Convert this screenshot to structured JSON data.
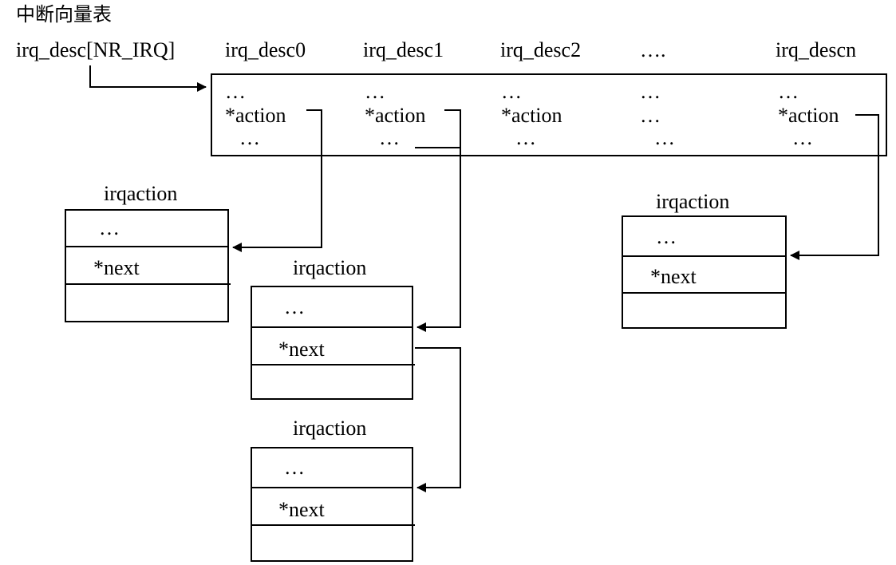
{
  "title": "中断向量表",
  "array_label": "irq_desc[NR_IRQ]",
  "columns": [
    {
      "header": "irq_desc0",
      "row1": "…",
      "row2": "*action",
      "row3": "…"
    },
    {
      "header": "irq_desc1",
      "row1": "…",
      "row2": "*action",
      "row3": "…"
    },
    {
      "header": "irq_desc2",
      "row1": "…",
      "row2": "*action",
      "row3": "…"
    },
    {
      "header": "….",
      "row1": "…",
      "row2": "…",
      "row3": "…"
    },
    {
      "header": "irq_descn",
      "row1": "…",
      "row2": "*action",
      "row3": "…"
    }
  ],
  "irqactions": [
    {
      "label": "irqaction",
      "field1": "…",
      "field2": "*next"
    },
    {
      "label": "irqaction",
      "field1": "…",
      "field2": "*next"
    },
    {
      "label": "irqaction",
      "field1": "…",
      "field2": "*next"
    },
    {
      "label": "irqaction",
      "field1": "…",
      "field2": "*next"
    }
  ]
}
